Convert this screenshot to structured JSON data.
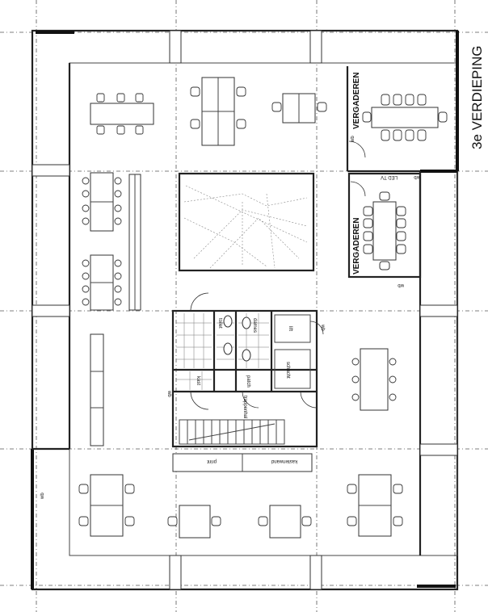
{
  "floor_label": "3e VERDIEPING",
  "rooms": {
    "meeting_top": "VERGADEREN",
    "meeting_mid": "VERGADEREN",
    "toilet": "toilet",
    "lift": "lift",
    "dames": "dames",
    "kast": "kast",
    "patch": "patch",
    "schacht": "schacht",
    "trappenhal": "trappenhal",
    "kastenwand": "kastenwand",
    "print": "print"
  },
  "markers": {
    "wb_top": "wb",
    "wb_core_left": "wb",
    "wb_core_right": "wb",
    "wb_meet_top": "wb",
    "wb_meet_bottom": "wb",
    "wb_left": "wb",
    "led_tv": "LED TV"
  }
}
